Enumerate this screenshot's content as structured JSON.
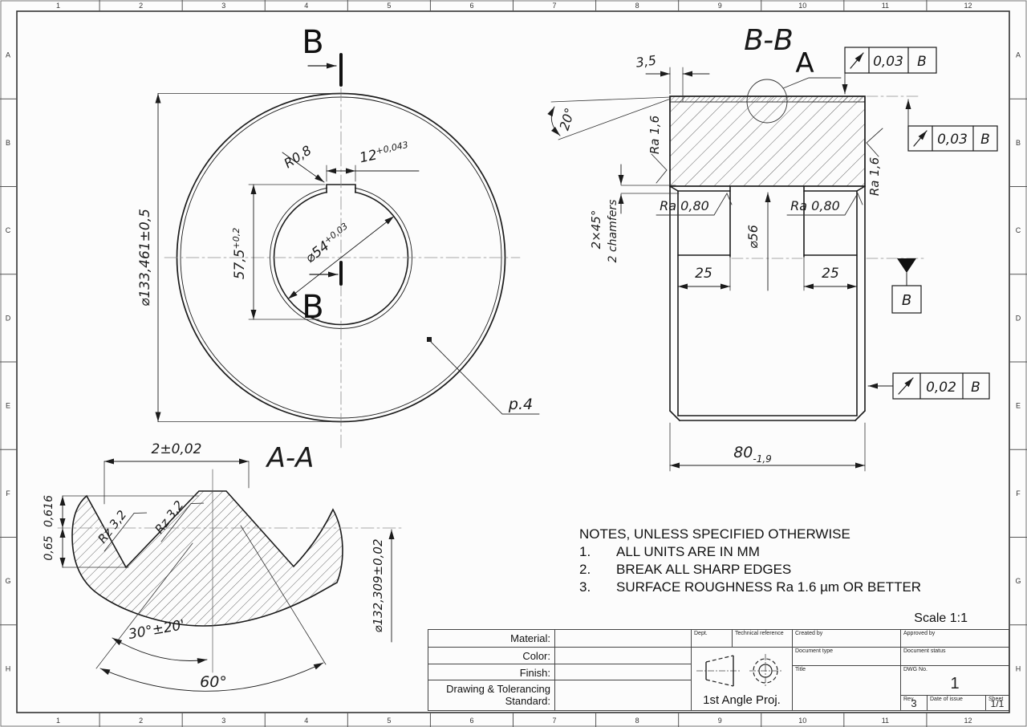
{
  "sheet": {
    "scale": "Scale 1:1",
    "columns": [
      "1",
      "2",
      "3",
      "4",
      "5",
      "6",
      "7",
      "8",
      "9",
      "10",
      "11",
      "12"
    ],
    "rows": [
      "A",
      "B",
      "C",
      "D",
      "E",
      "F",
      "G",
      "H"
    ]
  },
  "notes": {
    "heading": "NOTES, UNLESS SPECIFIED OTHERWISE",
    "items": [
      {
        "num": "1.",
        "text": "ALL UNITS ARE IN MM"
      },
      {
        "num": "2.",
        "text": "BREAK ALL SHARP EDGES"
      },
      {
        "num": "3.",
        "text": "SURFACE ROUGHNESS Ra 1.6 µm OR BETTER"
      }
    ]
  },
  "front_view": {
    "section_marker_top": "B",
    "section_marker_mid": "B",
    "outer_dia": "⌀133,461±0,5",
    "keyway_depth": "57,5",
    "keyway_depth_tol": "+0,2",
    "bore_dia": "⌀54",
    "bore_dia_tol": "+0,03",
    "keyway_width": "12",
    "keyway_width_tol": "+0,043",
    "keyway_fillet": "R0,8",
    "tooth_ref": "p.4"
  },
  "section_view": {
    "title": "B-B",
    "detail_marker": "A",
    "dim_3_5": "3,5",
    "angle_20": "20°",
    "ra_rim_left": "Ra 1,6",
    "ra_rim_right": "Ra 1,6",
    "ra_seat_left": "Ra 0,80",
    "ra_seat_right": "Ra 0,80",
    "bore_dia": "⌀56",
    "seat_left": "25",
    "seat_right": "25",
    "chamfer": "2×45°",
    "chamfer_note": "2 chamfers",
    "width": "80",
    "width_tol": "-1,9",
    "datum_label": "B",
    "fcf_top": {
      "tol": "0,03",
      "datum": "B"
    },
    "fcf_right": {
      "tol": "0,03",
      "datum": "B"
    },
    "fcf_side": {
      "tol": "0,02",
      "datum": "B"
    }
  },
  "detail_view": {
    "title": "A-A",
    "tooth_width": "2±0,02",
    "rz_left": "Rz 3,2",
    "rz_right": "Rz 3,2",
    "depth_1": "0,616",
    "depth_2": "0,65",
    "half_angle": "30°±20'",
    "full_angle": "60°",
    "root_dia": "⌀132,309±0,02"
  },
  "title_block": {
    "material_label": "Material:",
    "color_label": "Color:",
    "finish_label": "Finish:",
    "standard_label": "Drawing & Tolerancing Standard:",
    "dept_label": "Dept.",
    "technical_reference_label": "Technical reference",
    "created_by_label": "Created by",
    "approved_by_label": "Approved by",
    "document_type_label": "Document type",
    "document_status_label": "Document status",
    "title_label": "Title",
    "dwg_no_label": "DWG No.",
    "dwg_no": "1",
    "projection": "1st Angle Proj.",
    "rev_label": "Rev.",
    "rev": "3",
    "date_label": "Date of issue",
    "sheet_label": "Sheet",
    "sheet": "1/1"
  }
}
